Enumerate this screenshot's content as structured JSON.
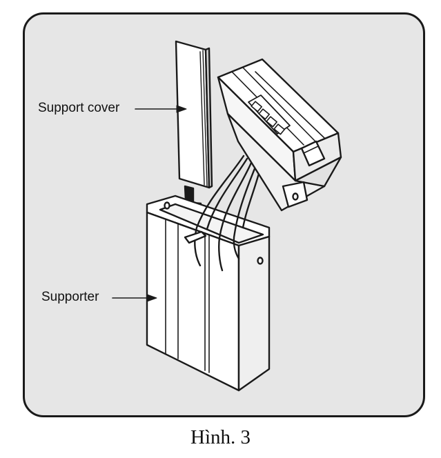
{
  "labels": {
    "support_cover": "Support cover",
    "supporter": "Supporter"
  },
  "caption": "Hình. 3",
  "colors": {
    "panel_background": "#e6e6e6",
    "line": "#1a1a1a",
    "part_fill": "#ffffff"
  }
}
